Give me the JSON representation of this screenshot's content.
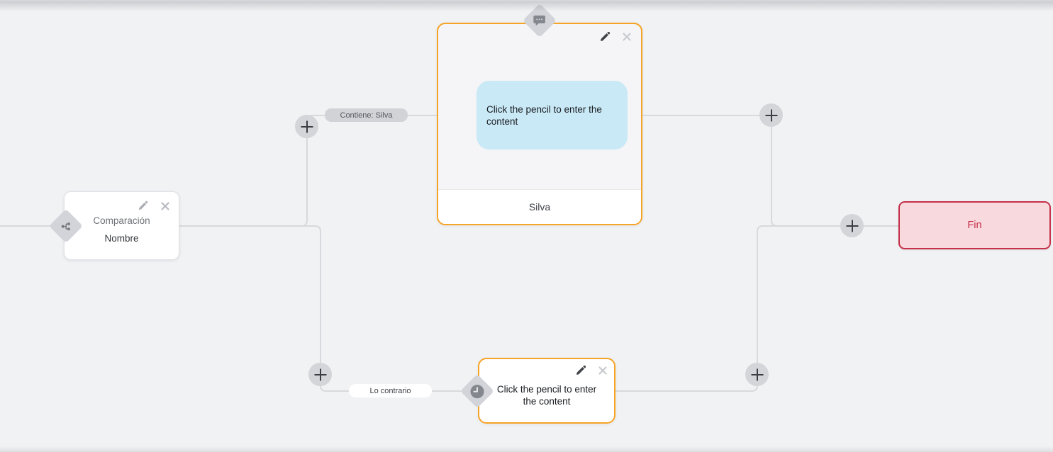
{
  "flow": {
    "condition_node": {
      "title": "Comparación",
      "subtitle": "Nombre"
    },
    "message_node": {
      "placeholder": "Click the pencil to enter the content",
      "footer": "Silva"
    },
    "wait_node": {
      "placeholder": "Click the pencil to enter the content"
    },
    "end_node": {
      "label": "Fin"
    },
    "edge_labels": {
      "match": "Contiene: Silva",
      "else": "Lo contrario"
    }
  },
  "colors": {
    "canvas_bg": "#f1f2f4",
    "connector": "#d7d9dc",
    "accent_orange": "#f6a426",
    "bubble_blue": "#c9e9f6",
    "end_bg": "#f7d9de",
    "end_red": "#c5304a",
    "diamond_gray": "#d2d4d9"
  },
  "icons": {
    "condition": "branch-icon",
    "message": "speech-bubble-icon",
    "wait": "clock-icon",
    "edit": "pencil-icon",
    "delete": "close-icon",
    "add": "plus-icon"
  }
}
